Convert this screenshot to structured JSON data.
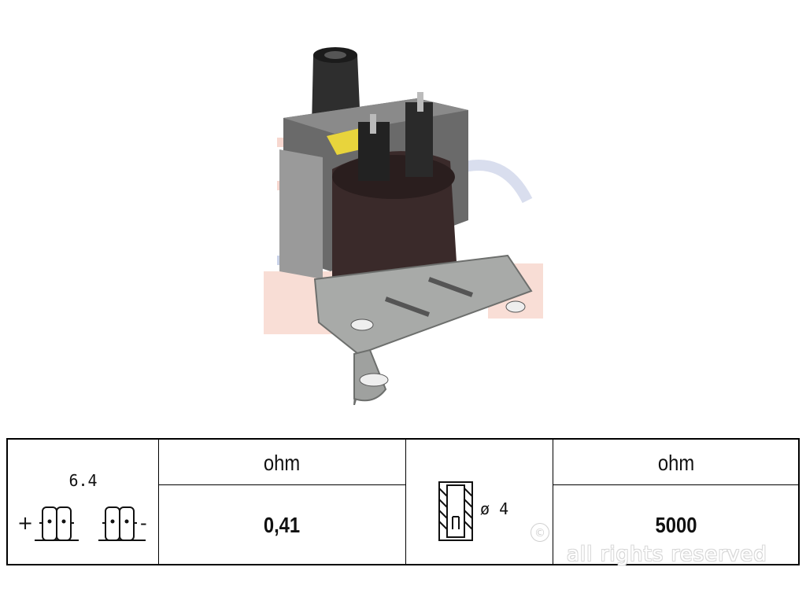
{
  "product": {
    "image_alt": "ignition coil"
  },
  "specs": {
    "terminal_size": "6.4",
    "plus_sign": "+",
    "minus_sign": "-",
    "primary_unit": "ohm",
    "primary_value": "0,41",
    "diameter_label": "ø 4",
    "secondary_unit": "ohm",
    "secondary_value": "5000"
  },
  "watermark": {
    "copyright": "©",
    "text": "all rights reserved"
  },
  "icons": [
    "ignition-coil-photo",
    "flat-terminal-icon",
    "socket-terminal-icon",
    "eps-logo-watermark"
  ]
}
